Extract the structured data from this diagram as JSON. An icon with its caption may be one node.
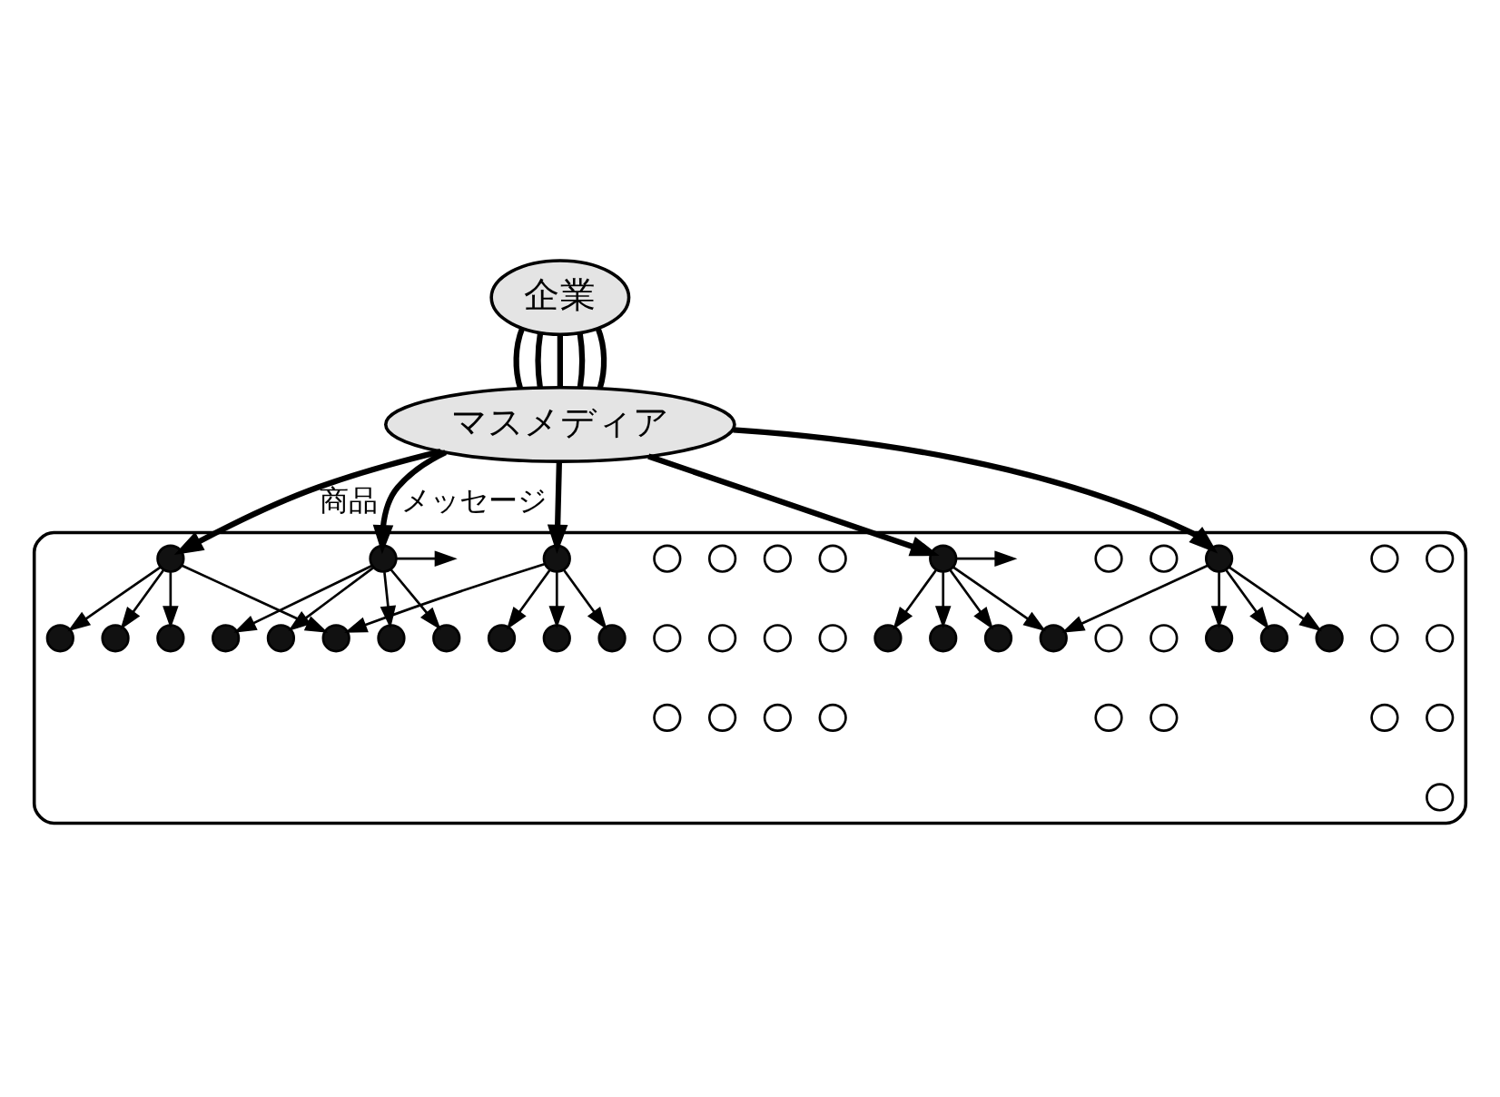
{
  "diagram": {
    "nodes": [
      {
        "text": [
          "企業"
        ]
      },
      {
        "text": [
          "マスメディア"
        ]
      },
      {
        "text": [],
        "shape": "ellipse"
      },
      {
        "text": [],
        "shape": "circle",
        "in": 2
      },
      {
        "text": [],
        "shape": "circle",
        "in": 2
      },
      {
        "text": [],
        "shape": "circle",
        "in": 2
      },
      {
        "text": [],
        "shape": "circle",
        "in": 2
      },
      {
        "text": [],
        "shape": "circle",
        "in": 2
      },
      {
        "text": [],
        "shape": "circle",
        "in": 2
      },
      {
        "text": [],
        "shape": "circle",
        "in": 2
      },
      {
        "text": [],
        "shape": "circle",
        "in": 2
      },
      {
        "text": [],
        "shape": "circle",
        "in": 2
      },
      {
        "text": [],
        "shape": "circle",
        "in": 2
      },
      {
        "text": [],
        "shape": "circle",
        "in": 2
      },
      {
        "text": [],
        "shape": "circle",
        "in": 2
      },
      {
        "text": [],
        "shape": "circle",
        "in": 2
      },
      {
        "text": [],
        "shape": "circle",
        "in": 2
      },
      {
        "text": [],
        "shape": "circle",
        "in": 2
      },
      {
        "text": [],
        "shape": "circle",
        "in": 2
      },
      {
        "text": [],
        "shape": "circle",
        "in": 2
      },
      {
        "text": [],
        "shape": "circle",
        "in": 2
      },
      {
        "text": [],
        "shape": "circle",
        "in": 2
      },
      {
        "text": [],
        "shape": "circle",
        "in": 2
      },
      {
        "text": [],
        "shape": "circle",
        "in": 2
      },
      {
        "text": [],
        "shape": "circle",
        "in": 2
      },
      {
        "text": [],
        "shape": "circle",
        "in": 2
      },
      {
        "text": [],
        "shape": "circle",
        "in": 2
      },
      {
        "text": [],
        "shape": "circle",
        "in": 2
      },
      {
        "text": [],
        "shape": "circle",
        "in": 2
      },
      {
        "text": [],
        "shape": "circle",
        "in": 2
      },
      {
        "text": [],
        "shape": "circle",
        "in": 2
      },
      {
        "text": [],
        "shape": "circle",
        "in": 2
      },
      {
        "text": [],
        "shape": "circle",
        "in": 2
      },
      {
        "text": [],
        "shape": "circle",
        "in": 2
      },
      {
        "text": [],
        "shape": "circle",
        "in": 2
      },
      {
        "text": [],
        "shape": "circle",
        "in": 2
      },
      {
        "text": [],
        "shape": "circle",
        "in": 2
      },
      {
        "text": [],
        "shape": "circle",
        "in": 2
      },
      {
        "text": [],
        "shape": "circle",
        "in": 2
      },
      {
        "text": [],
        "shape": "circle",
        "in": 2
      },
      {
        "text": [],
        "shape": "circle",
        "in": 2
      },
      {
        "text": [],
        "shape": "circle",
        "in": 2
      },
      {
        "text": [],
        "shape": "circle",
        "in": 2
      },
      {
        "text": [],
        "shape": "circle",
        "in": 2
      },
      {
        "text": [],
        "shape": "circle",
        "in": 2
      },
      {
        "text": [],
        "shape": "circle",
        "in": 2
      },
      {
        "text": [],
        "shape": "circle",
        "in": 2
      },
      {
        "text": [],
        "shape": "circle",
        "in": 2
      },
      {
        "text": [],
        "shape": "circle",
        "in": 2
      },
      {
        "text": [],
        "shape": "circle",
        "in": 2
      },
      {
        "text": [],
        "shape": "circle",
        "in": 2
      }
    ],
    "edges": [
      {
        "from": 0,
        "to": 1,
        "arrow": "none",
        "style": "thick"
      },
      {
        "from": 0,
        "to": 1,
        "arrow": "none",
        "style": "thick"
      },
      {
        "from": 0,
        "to": 1,
        "arrow": "none",
        "style": "thick"
      },
      {
        "from": 0,
        "to": 1,
        "arrow": "none",
        "style": "thick"
      },
      {
        "from": 0,
        "to": 1,
        "arrow": "none",
        "style": "thick"
      },
      {
        "from": 1,
        "to": 7,
        "arrow": "to",
        "style": "thick",
        "label": "商品"
      },
      {
        "from": 1,
        "to": 28,
        "arrow": "to",
        "style": "thick"
      },
      {
        "from": 1,
        "to": 42,
        "arrow": "to",
        "style": "thick"
      },
      {
        "from": 1,
        "to": 31,
        "arrow": "to",
        "style": "thick"
      },
      {
        "from": 1,
        "to": 12,
        "arrow": "to",
        "style": "thick",
        "label": "メッセージ"
      },
      {
        "from": 7,
        "to": 5,
        "arrow": "to"
      },
      {
        "from": 7,
        "to": 9,
        "arrow": "to"
      },
      {
        "from": 7,
        "to": 15,
        "arrow": "to"
      },
      {
        "from": 7,
        "to": 17,
        "arrow": "to"
      },
      {
        "from": 28,
        "to": 17,
        "arrow": "to"
      },
      {
        "from": 28,
        "to": 25,
        "arrow": "to"
      },
      {
        "from": 28,
        "to": 34,
        "arrow": "to"
      },
      {
        "from": 28,
        "to": 44,
        "arrow": "to"
      },
      {
        "from": 42,
        "to": 35,
        "arrow": "to"
      },
      {
        "from": 42,
        "to": 32,
        "arrow": "to"
      },
      {
        "from": 42,
        "to": 49,
        "arrow": "to"
      },
      {
        "from": 42,
        "to": 48,
        "arrow": "to"
      },
      {
        "from": 12,
        "to": 11,
        "arrow": "to"
      },
      {
        "from": 12,
        "to": 4,
        "arrow": "to"
      },
      {
        "from": 12,
        "to": 14,
        "arrow": "to"
      },
      {
        "from": 12,
        "to": 22,
        "arrow": "to"
      },
      {
        "from": 12,
        "to": null,
        "arrow": "to"
      },
      {
        "from": 31,
        "to": 32,
        "arrow": "to"
      },
      {
        "from": 31,
        "to": null,
        "arrow": "to"
      },
      {
        "from": 31,
        "to": 30,
        "arrow": "to"
      },
      {
        "from": 31,
        "to": 40,
        "arrow": "to"
      },
      {
        "from": 31,
        "to": 45,
        "arrow": "to"
      }
    ]
  }
}
